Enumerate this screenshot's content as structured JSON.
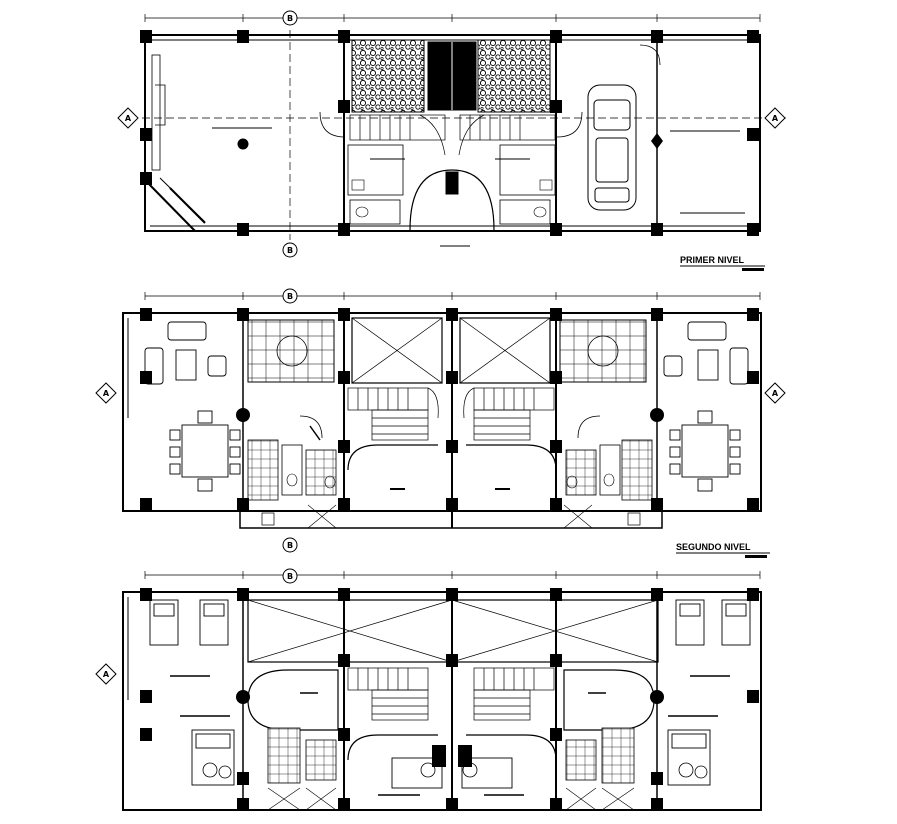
{
  "levels": [
    {
      "id": "primer",
      "title": "PRIMER NIVEL"
    },
    {
      "id": "segundo",
      "title": "SEGUNDO NIVEL"
    },
    {
      "id": "tercero",
      "title": ""
    }
  ],
  "axis_markers": {
    "horizontal": "A",
    "vertical": "B"
  },
  "colors": {
    "line": "#000000",
    "background": "#ffffff",
    "fill": "#000000"
  },
  "icons": [
    "column-icon",
    "car-icon",
    "stair-icon",
    "bed-icon",
    "dining-table-icon",
    "sofa-icon",
    "toilet-icon",
    "axis-bubble-icon"
  ]
}
